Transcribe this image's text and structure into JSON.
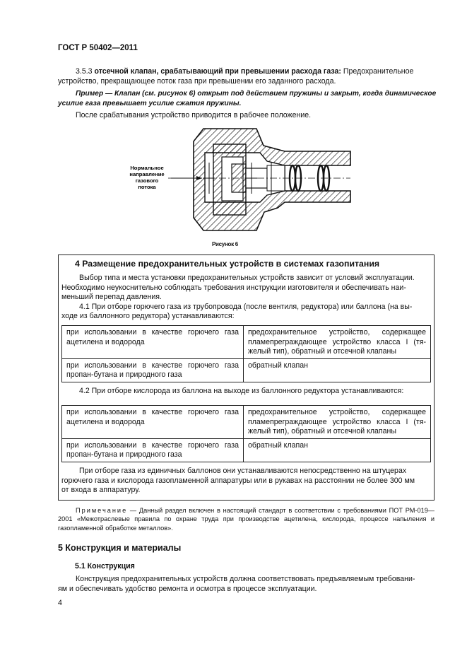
{
  "header": {
    "doc_id": "ГОСТ Р 50402—2011"
  },
  "clause_353": {
    "number": "3.5.3",
    "term": "отсечной клапан, срабатывающий при превышении расхода газа:",
    "definition_line1": "Предохранительное",
    "definition_line2": "устройство, прекращающее поток газа при превышении его заданного расхода."
  },
  "example": {
    "line1": "Пример — Клапан (см. рисунок 6) открыт под действием пружины и закрыт, когда динамическое",
    "line2": "усилие газа превышает усилие сжатия пружины."
  },
  "after_trigger": "После срабатывания устройство приводится в рабочее положение.",
  "figure": {
    "flow_label": [
      "Нормальное",
      "направление",
      "газового",
      "потока"
    ],
    "caption": "Рисунок 6"
  },
  "section4": {
    "title": "4 Размещение предохранительных устройств в системах газопитания",
    "intro_lines": [
      "Выбор типа и места установки предохранительных устройств зависит от условий эксплуатации.",
      "Необходимо неукоснительно соблюдать требования инструкции изготовителя и обеспечивать наи-",
      "меньший перепад давления."
    ],
    "p41_lines": [
      "4.1 При отборе горючего газа из трубопровода (после вентиля, редуктора) или баллона (на вы-",
      "ходе из баллонного редуктора) устанавливаются:"
    ],
    "table1": [
      {
        "condition": "при использовании в качестве горючего газа ацетилена и водорода",
        "device": "предохранительное устройство, содержащее пламепреграждающее устройство класса I (тя-желый тип), обратный и отсечной клапаны"
      },
      {
        "condition": "при использовании в качестве горючего газа пропан-бутана и природного газа",
        "device": "обратный клапан"
      }
    ],
    "p42": "4.2 При отборе кислорода из баллона на выходе из баллонного редуктора устанавливаются:",
    "table2": [
      {
        "condition": "при использовании в качестве горючего газа ацетилена и водорода",
        "device": "предохранительное устройство, содержащее пламепреграждающее устройство класса I (тя-желый тип), обратный и отсечной клапаны"
      },
      {
        "condition": "при использовании в качестве горючего газа пропан-бутана и природного газа",
        "device": "обратный клапан"
      }
    ],
    "closing_lines": [
      "При отборе газа из единичных баллонов они устанавливаются непосредственно на штуцерах",
      "горючего газа и кислорода газопламенной аппаратуры или в рукавах на расстоянии не более 300 мм",
      "от входа в аппаратуру."
    ]
  },
  "note": {
    "label": "Примечание",
    "text": " — Данный раздел включен в настоящий стандарт в соответствии с требованиями ПОТ РМ-019—2001 «Межотраслевые правила по охране труда при производстве ацетилена, кислорода, процессе напыления и газопламенной обработке металлов»."
  },
  "section5": {
    "title": "5 Конструкция и материалы",
    "sub_title": "5.1 Конструкция",
    "lines": [
      "Конструкция предохранительных устройств должна соответствовать предъявляемым требовани-",
      "ям и обеспечивать удобство ремонта и осмотра в процессе эксплуатации."
    ]
  },
  "page_number": "4"
}
